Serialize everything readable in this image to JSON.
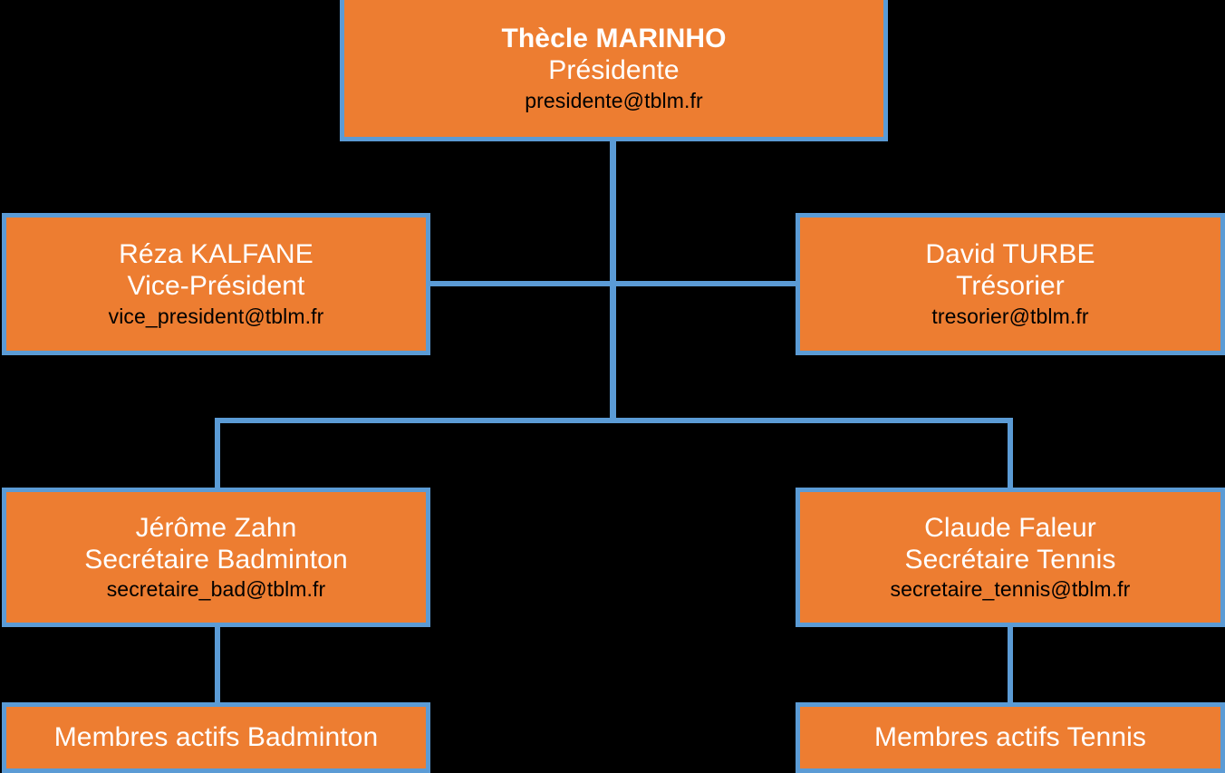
{
  "theme": {
    "background": "#000000",
    "box_fill": "#ED7D31",
    "box_border": "#5B9BD5",
    "connector": "#5B9BD5",
    "name_text": "#FFFFFF",
    "role_text": "#FFFFFF",
    "email_text": "#000000"
  },
  "chart_data": {
    "type": "diagram",
    "diagram_kind": "organization-chart",
    "title": "",
    "nodes": [
      {
        "id": "president",
        "name": "Thècle MARINHO",
        "role": "Présidente",
        "email": "presidente@tblm.fr",
        "bold_name": true,
        "tier": 1
      },
      {
        "id": "vice_president",
        "name": "Réza KALFANE",
        "role": "Vice-Président",
        "email": "vice_president@tblm.fr",
        "bold_name": false,
        "tier": 2
      },
      {
        "id": "tresorier",
        "name": "David TURBE",
        "role": "Trésorier",
        "email": "tresorier@tblm.fr",
        "bold_name": false,
        "tier": 2
      },
      {
        "id": "secretaire_badminton",
        "name": "Jérôme Zahn",
        "role": "Secrétaire Badminton",
        "email": "secretaire_bad@tblm.fr",
        "bold_name": false,
        "tier": 3
      },
      {
        "id": "secretaire_tennis",
        "name": "Claude Faleur",
        "role": "Secrétaire Tennis",
        "email": "secretaire_tennis@tblm.fr",
        "bold_name": false,
        "tier": 3
      },
      {
        "id": "membres_badminton",
        "label": "Membres actifs Badminton",
        "tier": 4
      },
      {
        "id": "membres_tennis",
        "label": "Membres actifs Tennis",
        "tier": 4
      }
    ],
    "edges": [
      {
        "from": "president",
        "to": "vice_president"
      },
      {
        "from": "president",
        "to": "tresorier"
      },
      {
        "from": "president",
        "to": "secretaire_badminton"
      },
      {
        "from": "president",
        "to": "secretaire_tennis"
      },
      {
        "from": "secretaire_badminton",
        "to": "membres_badminton"
      },
      {
        "from": "secretaire_tennis",
        "to": "membres_tennis"
      }
    ]
  },
  "nodes": {
    "president": {
      "name": "Thècle MARINHO",
      "role": "Présidente",
      "email": "presidente@tblm.fr"
    },
    "vice_president": {
      "name": "Réza KALFANE",
      "role": "Vice-Président",
      "email": "vice_president@tblm.fr"
    },
    "tresorier": {
      "name": "David TURBE",
      "role": "Trésorier",
      "email": "tresorier@tblm.fr"
    },
    "secretaire_badminton": {
      "name": "Jérôme Zahn",
      "role": "Secrétaire Badminton",
      "email": "secretaire_bad@tblm.fr"
    },
    "secretaire_tennis": {
      "name": "Claude Faleur",
      "role": "Secrétaire Tennis",
      "email": "secretaire_tennis@tblm.fr"
    },
    "membres_badminton": {
      "label": "Membres actifs Badminton"
    },
    "membres_tennis": {
      "label": "Membres actifs Tennis"
    }
  }
}
